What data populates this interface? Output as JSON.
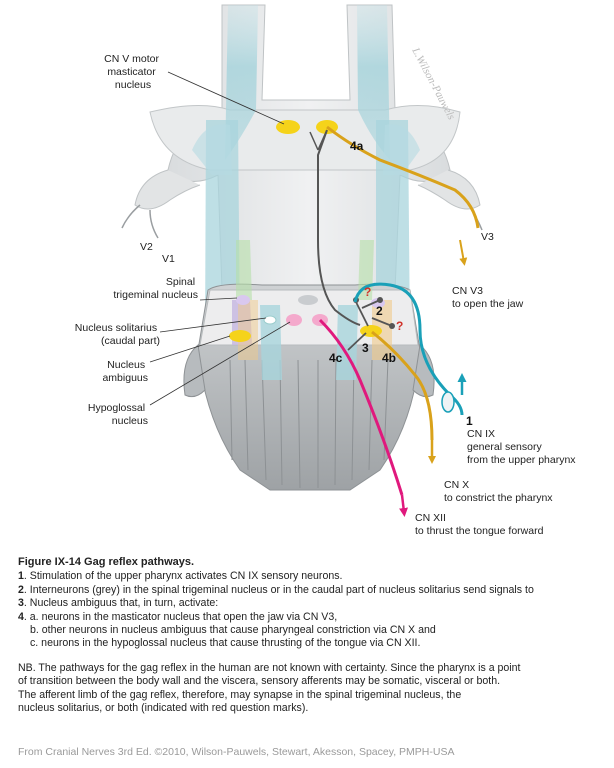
{
  "figure": {
    "labels": {
      "cnv_motor": [
        "CN V motor",
        "masticator",
        "nucleus"
      ],
      "v2": "V2",
      "v1": "V1",
      "v3": "V3",
      "spinal_trigeminal": [
        "Spinal",
        "trigeminal nucleus"
      ],
      "nucleus_solitarius": [
        "Nucleus solitarius",
        "(caudal part)"
      ],
      "nucleus_ambiguus": [
        "Nucleus",
        "ambiguus"
      ],
      "hypoglossal": [
        "Hypoglossal",
        "nucleus"
      ],
      "cnv3": [
        "CN V3",
        "to open the jaw"
      ],
      "cnix": [
        "CN IX",
        "general sensory",
        "from the upper pharynx"
      ],
      "cnx": [
        "CN X",
        "to constrict the pharynx"
      ],
      "cnxii": [
        "CN XII",
        "to thrust the tongue forward"
      ]
    },
    "numbers": {
      "n1": "1",
      "n2": "2",
      "n3": "3",
      "n4a": "4a",
      "n4b": "4b",
      "n4c": "4c"
    },
    "question_mark": "?",
    "signature": "L.Wilson-Pauwels",
    "colors": {
      "motor_yellow": "#f5d31a",
      "cn_v3_gold": "#d9a21b",
      "cn_ix_teal": "#1aa0b8",
      "cn_xii_magenta": "#e0197d",
      "interneuron_grey": "#555555",
      "question_red": "#d0342c",
      "tract_blue": "#a8d4dc"
    }
  },
  "caption": {
    "title": "Figure IX-14 Gag reflex pathways.",
    "items": [
      {
        "num": "1",
        "text": ". Stimulation of the upper pharynx activates CN IX sensory neurons."
      },
      {
        "num": "2",
        "text": ". Interneurons (grey) in the spinal trigeminal nucleus or in the caudal part of nucleus solitarius send signals to"
      },
      {
        "num": "3",
        "text": ". Nucleus ambiguus that, in turn, activate:"
      },
      {
        "num": "4",
        "text": ". a. neurons in the masticator nucleus that open the jaw via CN V3,"
      }
    ],
    "sub_items": [
      "b. other neurons in nucleus ambiguus that cause pharyngeal constriction via CN X and",
      "c. neurons in the hypoglossal nucleus that cause thrusting of the tongue via CN XII."
    ]
  },
  "note": {
    "lines": [
      "NB. The pathways for the gag reflex in the human are not known with certainty. Since the pharynx is a point",
      "of transition between the body wall and the viscera, sensory afferents may be somatic, visceral or both.",
      "The afferent limb of the gag reflex, therefore, may synapse in the spinal trigeminal nucleus, the",
      "nucleus solitarius, or both (indicated with red question marks)."
    ]
  },
  "credit": "From Cranial Nerves 3rd Ed. ©2010, Wilson-Pauwels, Stewart, Akesson, Spacey, PMPH-USA"
}
